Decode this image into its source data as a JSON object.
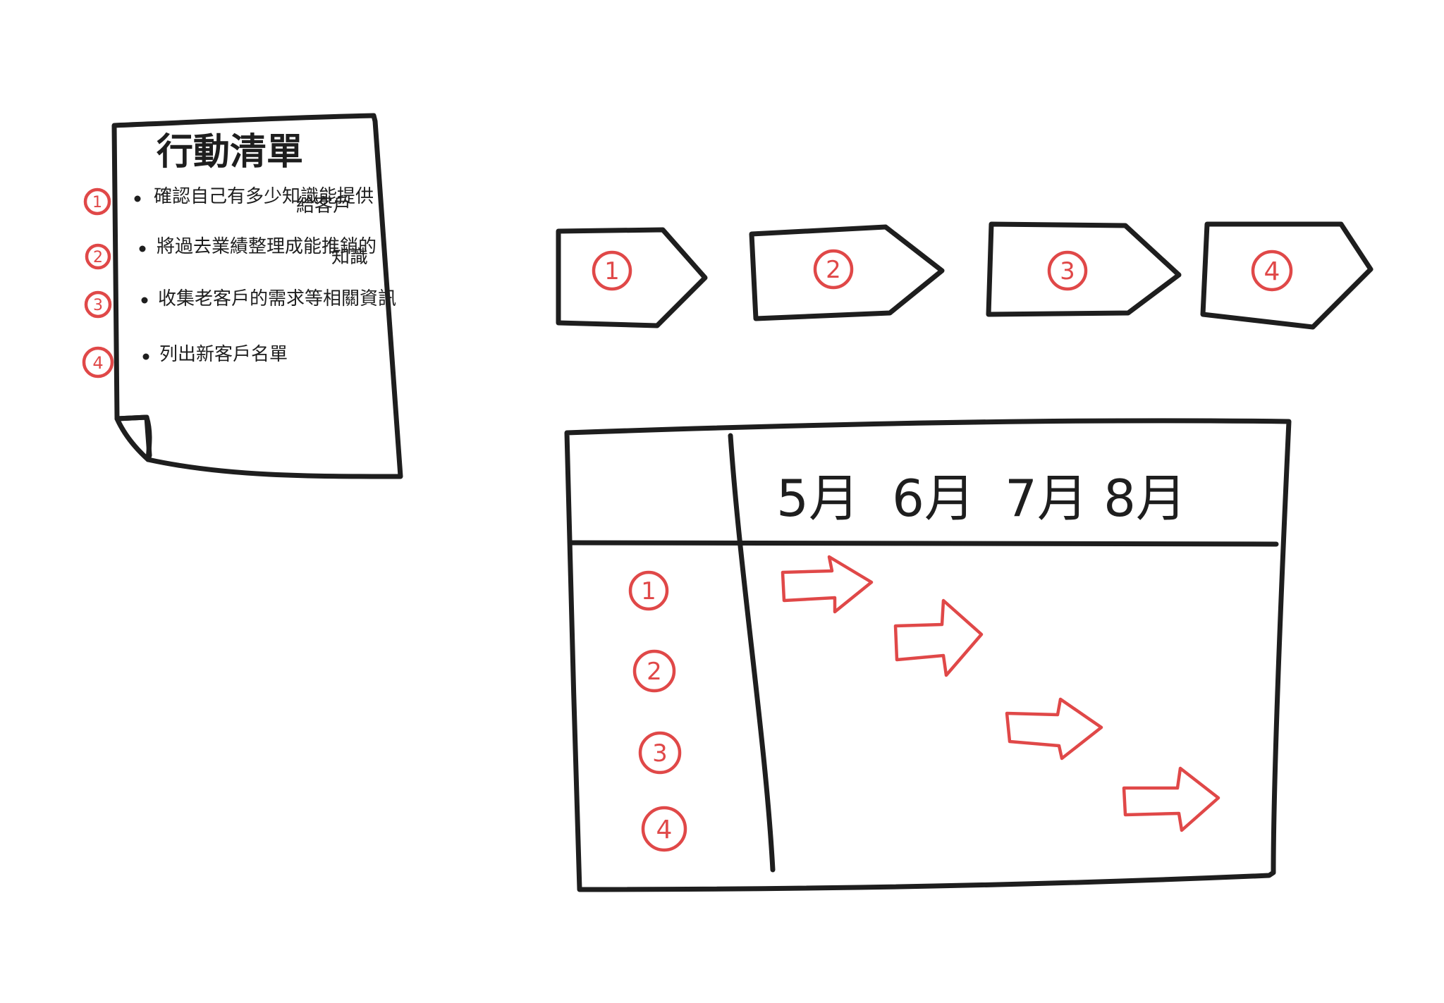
{
  "colors": {
    "ink": "#1e1e1e",
    "accent": "#e04848",
    "background": "#ffffff"
  },
  "action_list": {
    "title": "行動清單",
    "items": [
      {
        "marker": "1",
        "text_line1": "確認自己有多少知識能提供",
        "text_line2": "給客戶"
      },
      {
        "marker": "2",
        "text_line1": "將過去業績整理成能推銷的",
        "text_line2": "知識"
      },
      {
        "marker": "3",
        "text_line1": "收集老客戶的需求等相關資訊",
        "text_line2": ""
      },
      {
        "marker": "4",
        "text_line1": "列出新客戶名單",
        "text_line2": ""
      }
    ]
  },
  "process_steps": [
    {
      "label": "1"
    },
    {
      "label": "2"
    },
    {
      "label": "3"
    },
    {
      "label": "4"
    }
  ],
  "schedule": {
    "months": [
      "5月",
      "6月",
      "7月",
      "8月"
    ],
    "rows": [
      {
        "label": "1",
        "month_index": 0
      },
      {
        "label": "2",
        "month_index": 1
      },
      {
        "label": "3",
        "month_index": 2
      },
      {
        "label": "4",
        "month_index": 3
      }
    ]
  }
}
